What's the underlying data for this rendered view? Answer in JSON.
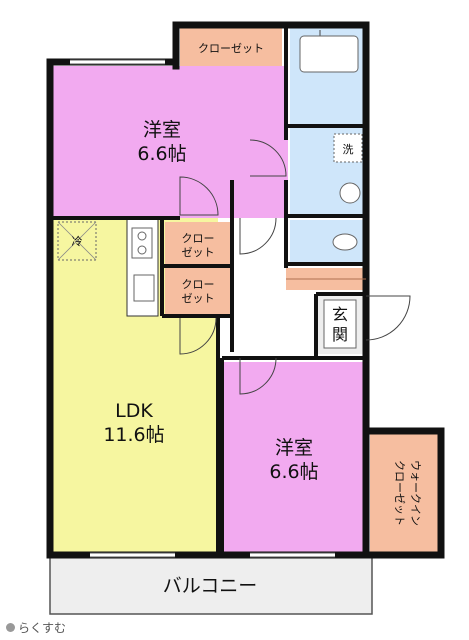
{
  "rooms": {
    "western_top": {
      "name": "洋室",
      "size": "6.6帖"
    },
    "western_bottom": {
      "name": "洋室",
      "size": "6.6帖"
    },
    "ldk": {
      "name": "LDK",
      "size": "11.6帖"
    },
    "closet_top": "クローゼット",
    "closet_mid_1": [
      "クロー",
      "ゼット"
    ],
    "closet_mid_2": [
      "クロー",
      "ゼット"
    ],
    "walkin_closet": [
      "ウォークイン",
      "クローゼット"
    ],
    "entrance": [
      "玄",
      "関"
    ],
    "balcony": "バルコニー",
    "washer_mark": "洗",
    "fridge_mark": "冷"
  },
  "watermark": "らくすむ",
  "colors": {
    "western": "#f2aaf0",
    "ldk": "#f6f6a0",
    "closet": "#f6bea0",
    "wet": "#cfe6fa",
    "hall": "#ffffff",
    "balcony": "#eeeeee",
    "wall": "#111111"
  }
}
